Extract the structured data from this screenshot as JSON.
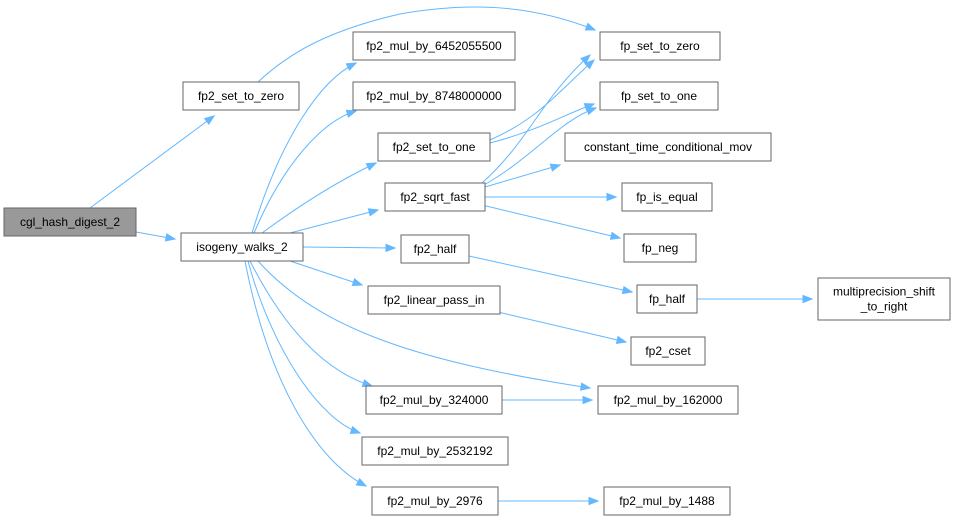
{
  "colors": {
    "edge": "#63b8ff",
    "root_fill": "#999999",
    "node_border": "#666666"
  },
  "nodes": [
    {
      "id": "cgl",
      "label": [
        "cgl_hash_digest_2"
      ],
      "root": true
    },
    {
      "id": "fp2z",
      "label": [
        "fp2_set_to_zero"
      ]
    },
    {
      "id": "iso",
      "label": [
        "isogeny_walks_2"
      ]
    },
    {
      "id": "m645",
      "label": [
        "fp2_mul_by_6452055500"
      ]
    },
    {
      "id": "m874",
      "label": [
        "fp2_mul_by_8748000000"
      ]
    },
    {
      "id": "fp2o",
      "label": [
        "fp2_set_to_one"
      ]
    },
    {
      "id": "sqrt",
      "label": [
        "fp2_sqrt_fast"
      ]
    },
    {
      "id": "half2",
      "label": [
        "fp2_half"
      ]
    },
    {
      "id": "lin",
      "label": [
        "fp2_linear_pass_in"
      ]
    },
    {
      "id": "m324",
      "label": [
        "fp2_mul_by_324000"
      ]
    },
    {
      "id": "m253",
      "label": [
        "fp2_mul_by_2532192"
      ]
    },
    {
      "id": "m297",
      "label": [
        "fp2_mul_by_2976"
      ]
    },
    {
      "id": "fpz",
      "label": [
        "fp_set_to_zero"
      ]
    },
    {
      "id": "fpo",
      "label": [
        "fp_set_to_one"
      ]
    },
    {
      "id": "ctc",
      "label": [
        "constant_time_conditional_mov"
      ]
    },
    {
      "id": "eq",
      "label": [
        "fp_is_equal"
      ]
    },
    {
      "id": "neg",
      "label": [
        "fp_neg"
      ]
    },
    {
      "id": "fph",
      "label": [
        "fp_half"
      ]
    },
    {
      "id": "cset",
      "label": [
        "fp2_cset"
      ]
    },
    {
      "id": "m162",
      "label": [
        "fp2_mul_by_162000"
      ]
    },
    {
      "id": "m148",
      "label": [
        "fp2_mul_by_1488"
      ]
    },
    {
      "id": "mps",
      "label": [
        "multiprecision_shift",
        "_to_right"
      ]
    }
  ],
  "edges": [
    [
      "cgl",
      "fp2z"
    ],
    [
      "cgl",
      "iso"
    ],
    [
      "fp2z",
      "fpz"
    ],
    [
      "iso",
      "m645"
    ],
    [
      "iso",
      "m874"
    ],
    [
      "iso",
      "fp2o"
    ],
    [
      "iso",
      "sqrt"
    ],
    [
      "iso",
      "half2"
    ],
    [
      "iso",
      "lin"
    ],
    [
      "iso",
      "m324"
    ],
    [
      "iso",
      "m253"
    ],
    [
      "iso",
      "m297"
    ],
    [
      "iso",
      "m162"
    ],
    [
      "fp2o",
      "fpz"
    ],
    [
      "fp2o",
      "fpo"
    ],
    [
      "sqrt",
      "fpz"
    ],
    [
      "sqrt",
      "fpo"
    ],
    [
      "sqrt",
      "ctc"
    ],
    [
      "sqrt",
      "eq"
    ],
    [
      "sqrt",
      "neg"
    ],
    [
      "half2",
      "fph"
    ],
    [
      "fph",
      "mps"
    ],
    [
      "lin",
      "cset"
    ],
    [
      "m324",
      "m162"
    ],
    [
      "m297",
      "m148"
    ]
  ]
}
